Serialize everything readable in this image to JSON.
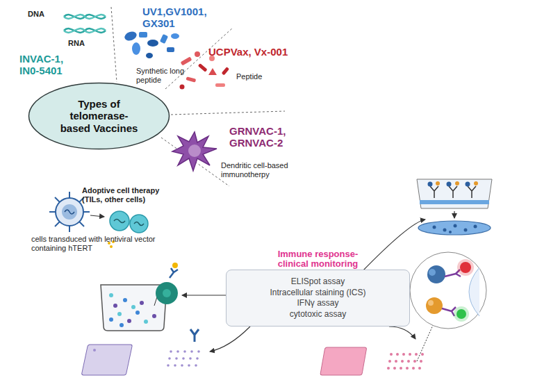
{
  "diagram": {
    "nodes": [
      {
        "text": [
          "Types of telomerase-based Vaccines"
        ]
      },
      {
        "text": [
          "Immune response- clinical monitoring",
          "ELISpot assay",
          "Intracellular staining (ICS)",
          "IFNγ assay",
          "cytotoxic assay"
        ]
      }
    ],
    "labels": [
      "DNA",
      "RNA",
      "INVAC-1, IN0-5401",
      "UV1,GV1001, GX301",
      "Synthetic long peptide",
      "UCPVax, Vx-001",
      "Peptide",
      "GRNVAC-1, GRNVAC-2",
      "Dendritic cell-based immunotherpy",
      "Adoptive cell therapy (TILs, other cells)",
      "cells transduced with lentiviral vector containing hTERT"
    ]
  }
}
